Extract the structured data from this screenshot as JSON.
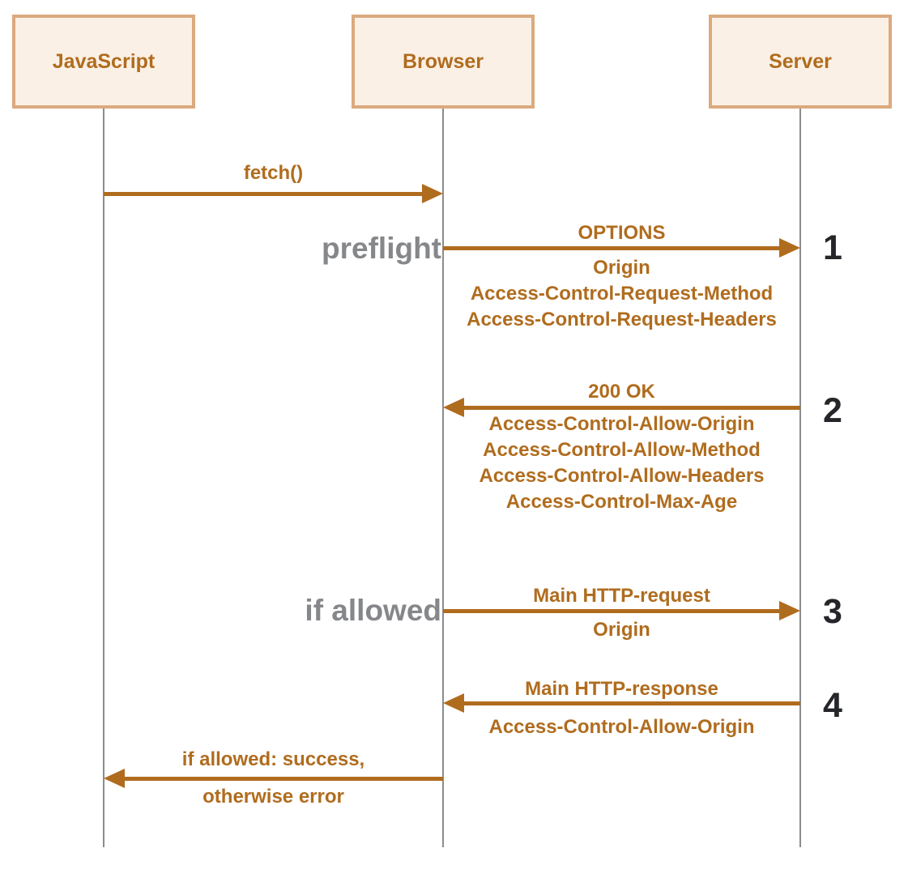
{
  "colors": {
    "accent": "#b06c1e",
    "box_fill": "#fbf0e6",
    "box_border": "#dbaa7e",
    "gray": "#85878a",
    "lifeline": "#8a8c8e",
    "step": "#24262a",
    "bg": "#ffffff"
  },
  "actors": [
    {
      "name": "JavaScript"
    },
    {
      "name": "Browser"
    },
    {
      "name": "Server"
    }
  ],
  "annotations": {
    "preflight": "preflight",
    "if_allowed": "if allowed"
  },
  "messages": [
    {
      "label": "fetch()",
      "from": "JavaScript",
      "to": "Browser"
    },
    {
      "label": "OPTIONS",
      "from": "Browser",
      "to": "Server",
      "step": "1",
      "headers": [
        "Origin",
        "Access-Control-Request-Method",
        "Access-Control-Request-Headers"
      ]
    },
    {
      "label": "200 OK",
      "from": "Server",
      "to": "Browser",
      "step": "2",
      "headers": [
        "Access-Control-Allow-Origin",
        "Access-Control-Allow-Method",
        "Access-Control-Allow-Headers",
        "Access-Control-Max-Age"
      ]
    },
    {
      "label": "Main HTTP-request",
      "from": "Browser",
      "to": "Server",
      "step": "3",
      "headers": [
        "Origin"
      ]
    },
    {
      "label": "Main HTTP-response",
      "from": "Server",
      "to": "Browser",
      "step": "4",
      "headers": [
        "Access-Control-Allow-Origin"
      ]
    },
    {
      "label_line1": "if allowed: success,",
      "label_line2": "otherwise error",
      "from": "Browser",
      "to": "JavaScript"
    }
  ]
}
